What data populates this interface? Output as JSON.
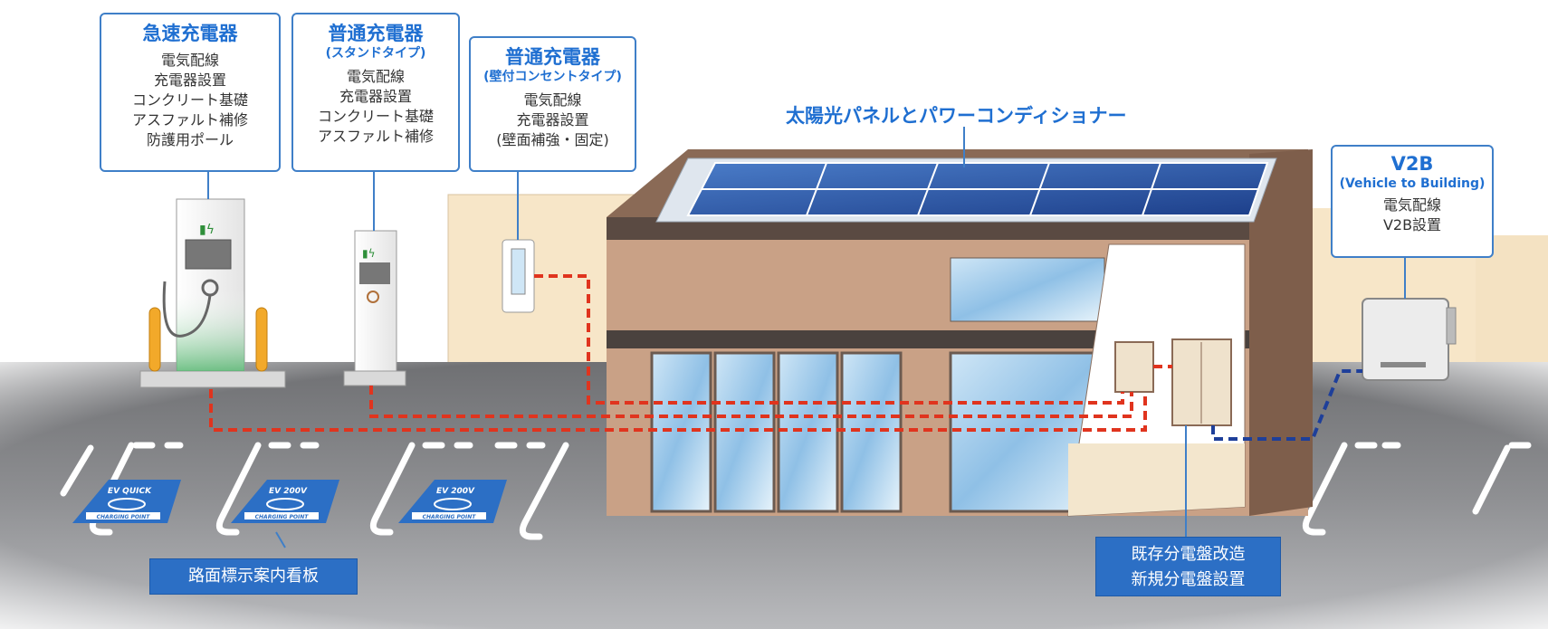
{
  "callouts": {
    "quick": {
      "title": "急速充電器",
      "items": [
        "電気配線",
        "充電器設置",
        "コンクリート基礎",
        "アスファルト補修",
        "防護用ポール"
      ]
    },
    "stand": {
      "title": "普通充電器",
      "subtitle": "(スタンドタイプ)",
      "items": [
        "電気配線",
        "充電器設置",
        "コンクリート基礎",
        "アスファルト補修"
      ]
    },
    "wall": {
      "title": "普通充電器",
      "subtitle": "(壁付コンセントタイプ)",
      "items": [
        "電気配線",
        "充電器設置",
        "(壁面補強・固定)"
      ]
    },
    "v2b": {
      "title": "V2B",
      "subtitle": "(Vehicle to Building)",
      "items": [
        "電気配線",
        "V2B設置"
      ]
    }
  },
  "solar_label": "太陽光パネルとパワーコンディショナー",
  "road_sign_label": "路面標示案内看板",
  "panel_label": [
    "既存分電盤改造",
    "新規分電盤設置"
  ],
  "road_signs": [
    {
      "top": "EV QUICK",
      "bottom": "CHARGING POINT"
    },
    {
      "top": "EV 200V",
      "bottom": "CHARGING POINT"
    },
    {
      "top": "EV 200V",
      "bottom": "CHARGING POINT"
    }
  ],
  "colors": {
    "accent_blue": "#1f6fd1",
    "label_blue": "#2c6fc5",
    "wiring_red": "#e0341e",
    "wiring_navy": "#1e3f9a",
    "building_brown": "#c9a186",
    "asphalt": "#8d8d8f"
  }
}
